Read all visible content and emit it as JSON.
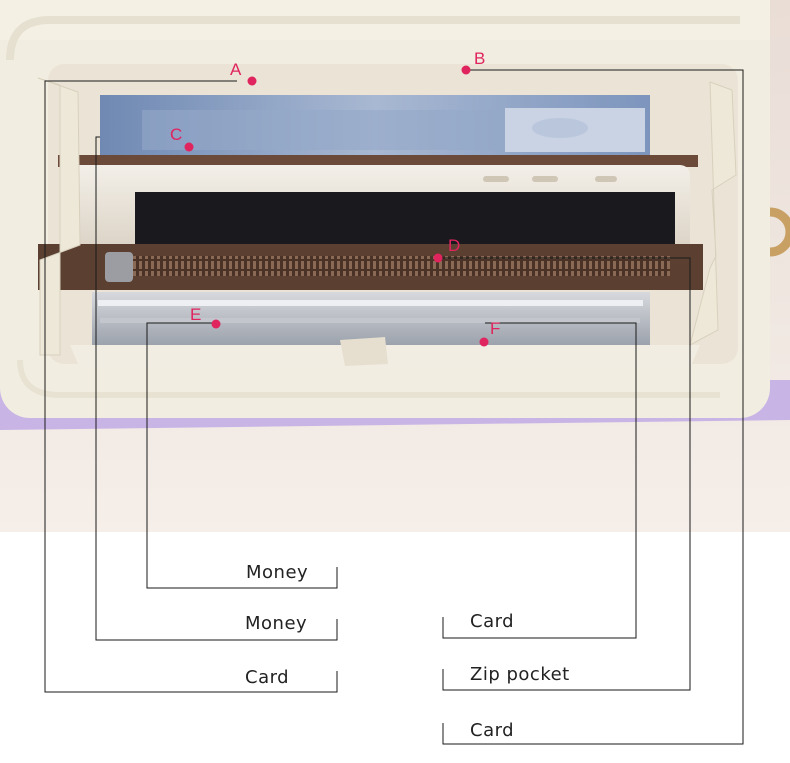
{
  "markers": [
    {
      "letter": "A"
    },
    {
      "letter": "B"
    },
    {
      "letter": "C"
    },
    {
      "letter": "D"
    },
    {
      "letter": "E"
    },
    {
      "letter": "F"
    }
  ],
  "labels": {
    "money_1": "Money",
    "money_2": "Money",
    "card_left": "Card",
    "card_right_1": "Card",
    "zip_pocket": "Zip pocket",
    "card_right_2": "Card"
  },
  "colors": {
    "marker_dot": "#e0245e",
    "marker_text": "#e0245e",
    "leader_line": "#1a1a1a",
    "wallet_cream": "#f1ede0",
    "wallet_lilac": "#c9b4e6",
    "zipper_brown": "#5b4031",
    "banknote_blue": "#8ea3c4",
    "phone_gold": "#e8e1d4"
  }
}
